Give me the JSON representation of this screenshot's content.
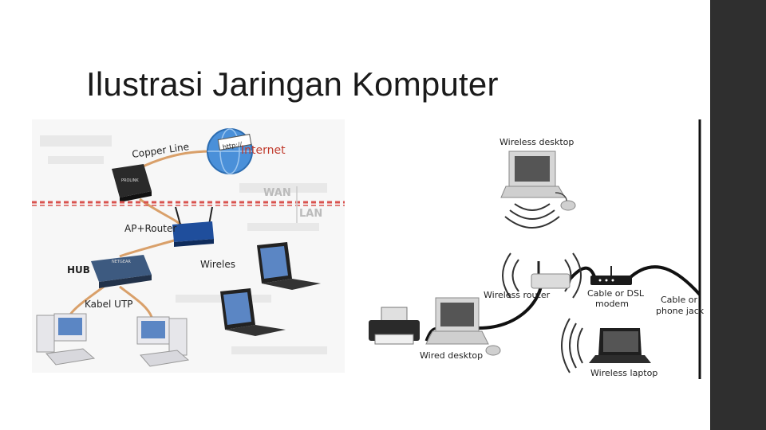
{
  "title": "Ilustrasi Jaringan Komputer",
  "left_diagram": {
    "copper_line": "Copper Line",
    "internet": "Internet",
    "http_label": "http://",
    "wan": "WAN",
    "lan": "LAN",
    "ap_router": "AP+Router",
    "hub": "HUB",
    "wireles": "Wireles",
    "kabel_utp": "Kabel UTP",
    "modem_brand": "PROLINK",
    "hub_brand": "NETGEAR"
  },
  "right_diagram": {
    "wireless_desktop": "Wireless desktop",
    "wireless_router": "Wireless router",
    "cable_modem_line1": "Cable or DSL",
    "cable_modem_line2": "modem",
    "cable_jack_line1": "Cable or",
    "cable_jack_line2": "phone jack",
    "wired_desktop": "Wired desktop",
    "wireless_laptop": "Wireless laptop"
  },
  "colors": {
    "title": "#1a1a1a",
    "sidebar": "#2f2f2f",
    "divider_dash": "#d9534f",
    "cable_copper": "#d9a06a",
    "internet_text": "#c0392b"
  }
}
